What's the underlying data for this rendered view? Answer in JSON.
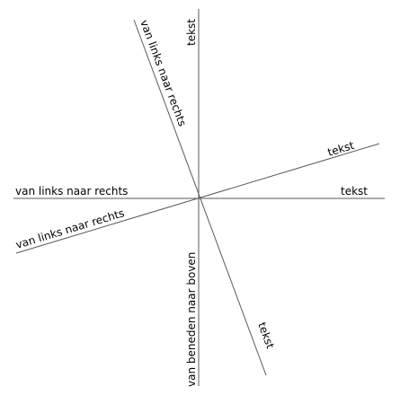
{
  "diagram": {
    "line_color": "#5a5a5a",
    "text_color": "#000000",
    "labels": {
      "vertical_top": "tekst",
      "vertical_bottom": "van beneden naar boven",
      "steep_top": "van links naar rechts",
      "steep_bottom": "tekst",
      "horizontal_left": "van links naar rechts",
      "horizontal_right": "tekst",
      "shallow_left": "van links naar rechts",
      "shallow_right": "tekst"
    }
  }
}
